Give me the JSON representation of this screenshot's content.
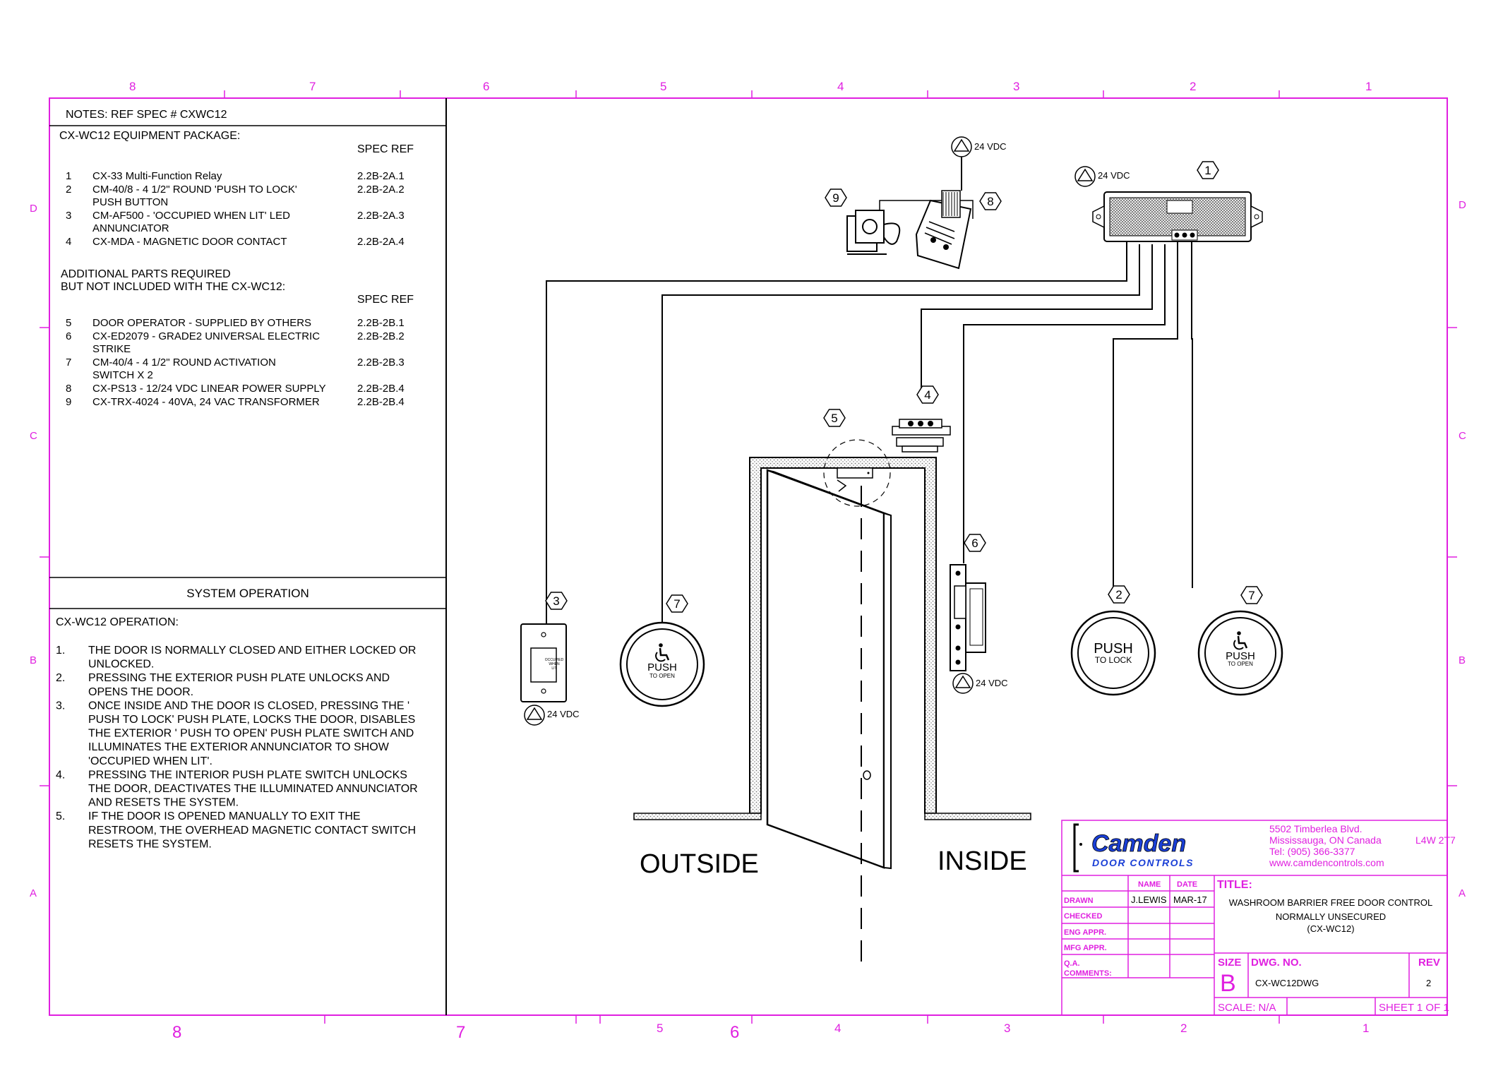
{
  "colors": {
    "border": "#e020e0",
    "ink": "#000000",
    "logo": "#1a3fd6",
    "hatch": "#777777"
  },
  "zones": {
    "top": [
      "8",
      "7",
      "6",
      "5",
      "4",
      "3",
      "2",
      "1"
    ],
    "bottom": [
      "8",
      "7",
      "5",
      "6",
      "4",
      "3",
      "2",
      "1"
    ],
    "left": [
      "D",
      "C",
      "B",
      "A"
    ],
    "right": [
      "D",
      "C",
      "B",
      "A"
    ]
  },
  "notes": {
    "header": "NOTES:  REF SPEC # CXWC12",
    "package_title": "CX-WC12 EQUIPMENT PACKAGE:",
    "spec_ref_label": "SPEC REF",
    "package_items": [
      {
        "num": "1",
        "lines": [
          "CX-33 Multi-Function Relay"
        ],
        "ref": "2.2B-2A.1"
      },
      {
        "num": "2",
        "lines": [
          "CM-40/8 - 4 1/2\" ROUND 'PUSH TO LOCK'",
          "PUSH BUTTON"
        ],
        "ref": "2.2B-2A.2"
      },
      {
        "num": "3",
        "lines": [
          "CM-AF500 - 'OCCUPIED WHEN LIT' LED",
          "ANNUNCIATOR"
        ],
        "ref": "2.2B-2A.3"
      },
      {
        "num": "4",
        "lines": [
          "CX-MDA - MAGNETIC DOOR CONTACT"
        ],
        "ref": "2.2B-2A.4"
      }
    ],
    "additional_title_1": "ADDITIONAL PARTS REQUIRED",
    "additional_title_2": "BUT NOT INCLUDED WITH THE CX-WC12:",
    "additional_spec_ref_label": "SPEC REF",
    "additional_items": [
      {
        "num": "5",
        "lines": [
          "DOOR OPERATOR - SUPPLIED BY OTHERS"
        ],
        "ref": "2.2B-2B.1"
      },
      {
        "num": "6",
        "lines": [
          "CX-ED2079 - GRADE2 UNIVERSAL ELECTRIC",
          "STRIKE"
        ],
        "ref": "2.2B-2B.2"
      },
      {
        "num": "7",
        "lines": [
          "CM-40/4 - 4 1/2\" ROUND ACTIVATION",
          "SWITCH X 2"
        ],
        "ref": "2.2B-2B.3"
      },
      {
        "num": "8",
        "lines": [
          "CX-PS13 - 12/24 VDC LINEAR POWER SUPPLY"
        ],
        "ref": "2.2B-2B.4"
      },
      {
        "num": "9",
        "lines": [
          "CX-TRX-4024 - 40VA, 24 VAC TRANSFORMER"
        ],
        "ref": "2.2B-2B.4"
      }
    ]
  },
  "operation": {
    "section_title": "SYSTEM OPERATION",
    "title": "CX-WC12 OPERATION:",
    "steps": [
      {
        "num": "1.",
        "lines": [
          "THE DOOR IS NORMALLY CLOSED AND EITHER LOCKED OR",
          "UNLOCKED."
        ]
      },
      {
        "num": "2.",
        "lines": [
          "PRESSING THE EXTERIOR PUSH PLATE UNLOCKS AND",
          "OPENS THE DOOR."
        ]
      },
      {
        "num": "3.",
        "lines": [
          "ONCE INSIDE AND THE DOOR IS CLOSED, PRESSING THE '",
          "PUSH TO LOCK' PUSH PLATE, LOCKS THE DOOR, DISABLES",
          "THE EXTERIOR ' PUSH TO OPEN' PUSH PLATE SWITCH AND",
          "ILLUMINATES THE EXTERIOR ANNUNCIATOR TO SHOW",
          "'OCCUPIED WHEN LIT'."
        ]
      },
      {
        "num": "4.",
        "lines": [
          "PRESSING THE INTERIOR PUSH PLATE SWITCH UNLOCKS",
          "THE DOOR, DEACTIVATES THE ILLUMINATED ANNUNCIATOR",
          "AND RESETS THE SYSTEM."
        ]
      },
      {
        "num": "5.",
        "lines": [
          "IF THE DOOR IS OPENED MANUALLY TO EXIT THE",
          "RESTROOM, THE OVERHEAD MAGNETIC CONTACT SWITCH",
          "RESETS THE SYSTEM."
        ]
      }
    ]
  },
  "diagram": {
    "voltage": "24 VDC",
    "callouts": [
      "1",
      "2",
      "3",
      "4",
      "5",
      "6",
      "7",
      "7",
      "8",
      "9"
    ],
    "push_to_open": "PUSH",
    "push_to_open_sub": "TO OPEN",
    "push_to_lock": "PUSH",
    "push_to_lock_sub": "TO LOCK",
    "annunciator_text": [
      "OCCUPIED",
      "WHEN",
      "LIT"
    ],
    "outside_label": "OUTSIDE",
    "inside_label": "INSIDE"
  },
  "title_block": {
    "company_name": "Camden",
    "company_sub": "DOOR CONTROLS",
    "address_line1": "5502 Timberlea Blvd.",
    "address_line2": "Mississauga, ON  Canada",
    "postal": "L4W 2T7",
    "phone": "Tel: (905) 366-3377",
    "web": "www.camdencontrols.com",
    "name_header": "NAME",
    "date_header": "DATE",
    "title_label": "TITLE:",
    "rows": [
      "DRAWN",
      "CHECKED",
      "ENG APPR.",
      "MFG APPR.",
      "Q.A.",
      "COMMENTS:"
    ],
    "drawn_name": "J.LEWIS",
    "drawn_date": "MAR-17",
    "title_line1": "WASHROOM BARRIER FREE DOOR CONTROL",
    "title_line2": "NORMALLY UNSECURED",
    "title_line3": "(CX-WC12)",
    "size_label": "SIZE",
    "size_value": "B",
    "dwg_label": "DWG.  NO.",
    "dwg_value": "CX-WC12DWG",
    "rev_label": "REV",
    "rev_value": "2",
    "scale": "SCALE: N/A",
    "sheet": "SHEET 1 OF 1"
  }
}
